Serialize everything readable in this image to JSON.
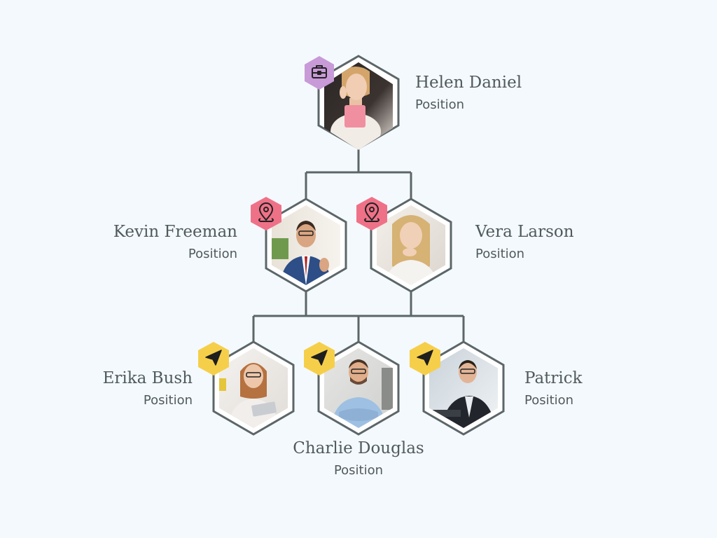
{
  "people": {
    "helen": {
      "name": "Helen Daniel",
      "position": "Position",
      "badge_icon": "briefcase-icon",
      "badge_color": "#c89ad8"
    },
    "kevin": {
      "name": "Kevin Freeman",
      "position": "Position",
      "badge_icon": "location-pin-icon",
      "badge_color": "#ef7188"
    },
    "vera": {
      "name": "Vera Larson",
      "position": "Position",
      "badge_icon": "location-pin-icon",
      "badge_color": "#ef7188"
    },
    "erika": {
      "name": "Erika Bush",
      "position": "Position",
      "badge_icon": "paper-plane-icon",
      "badge_color": "#f6cf4a"
    },
    "charlie": {
      "name": "Charlie Douglas",
      "position": "Position",
      "badge_icon": "paper-plane-icon",
      "badge_color": "#f6cf4a"
    },
    "patrick": {
      "name": "Patrick",
      "position": "Position",
      "badge_icon": "paper-plane-icon",
      "badge_color": "#f6cf4a"
    }
  },
  "colors": {
    "background": "#f4f9fd",
    "connector": "#5c6668",
    "text": "#505a5c"
  }
}
